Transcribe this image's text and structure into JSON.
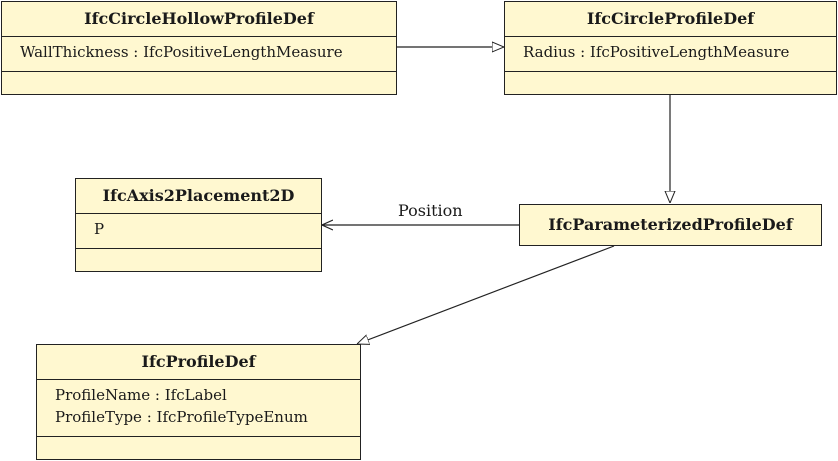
{
  "classes": {
    "hollow": {
      "name": "IfcCircleHollowProfileDef",
      "attrs": [
        "WallThickness : IfcPositiveLengthMeasure"
      ]
    },
    "circle": {
      "name": "IfcCircleProfileDef",
      "attrs": [
        "Radius : IfcPositiveLengthMeasure"
      ]
    },
    "axis": {
      "name": "IfcAxis2Placement2D",
      "attrs": [
        "P"
      ]
    },
    "param": {
      "name": "IfcParameterizedProfileDef"
    },
    "profile": {
      "name": "IfcProfileDef",
      "attrs": [
        "ProfileName : IfcLabel",
        "ProfileType : IfcProfileTypeEnum"
      ]
    }
  },
  "associations": {
    "position_label": "Position"
  }
}
